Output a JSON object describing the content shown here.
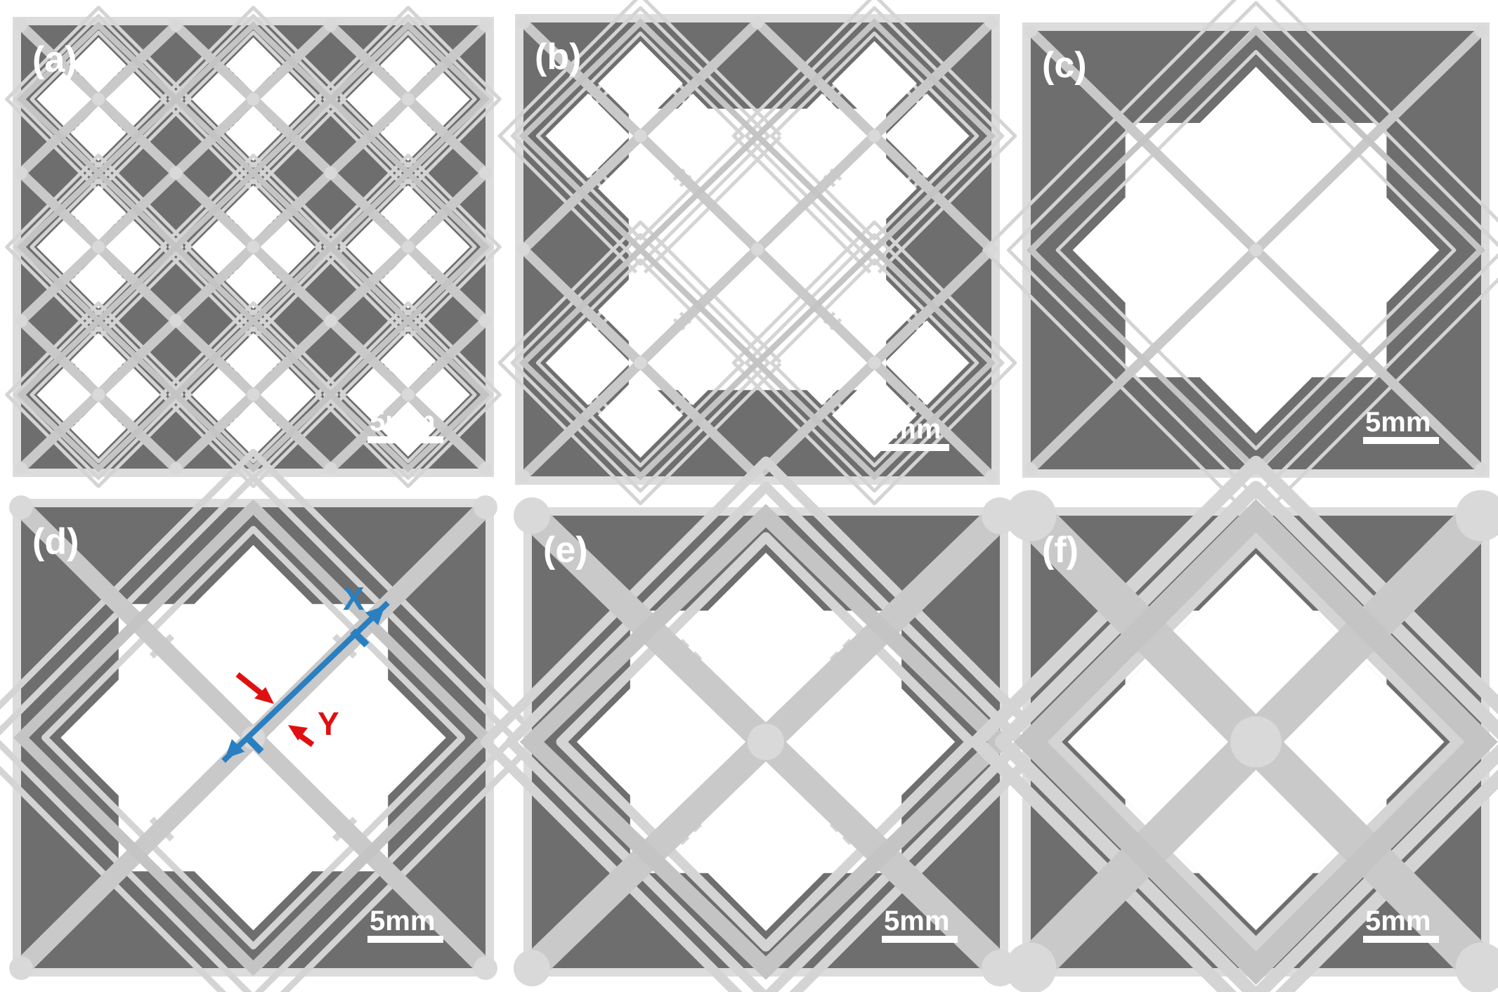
{
  "panels": [
    {
      "label": "(a)",
      "scale": "5mm",
      "cells": 3,
      "strut": "thin",
      "layers": 7
    },
    {
      "label": "(b)",
      "scale": "5mm",
      "cells": 2,
      "strut": "thin",
      "layers": 6
    },
    {
      "label": "(c)",
      "scale": "5mm",
      "cells": 1,
      "strut": "thin",
      "layers": 4
    },
    {
      "label": "(d)",
      "scale": "5mm",
      "cells": 1,
      "strut": "medium",
      "layers": 5
    },
    {
      "label": "(e)",
      "scale": "5mm",
      "cells": 1,
      "strut": "thick",
      "layers": 6
    },
    {
      "label": "(f)",
      "scale": "5mm",
      "cells": 1,
      "strut": "thicker",
      "layers": 6
    }
  ],
  "annotations": {
    "blue_x": "X",
    "red_y": "Y"
  },
  "colors": {
    "frame": "#dcdcdc",
    "background": "#6e6e6e",
    "strut": "#cfcfcf",
    "strut_edge": "#a8a8a8",
    "hole": "#ffffff",
    "blue": "#2a7fc0",
    "red": "#e01010"
  }
}
